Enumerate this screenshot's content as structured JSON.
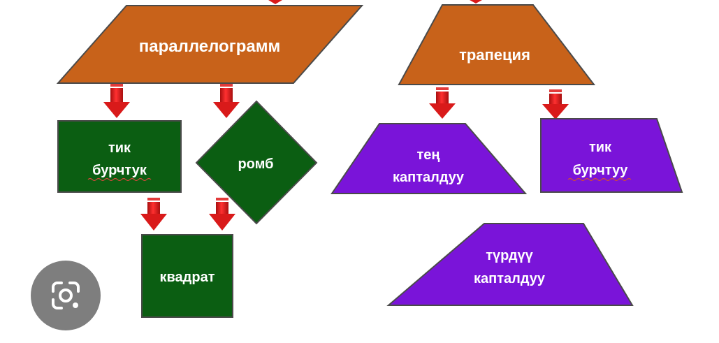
{
  "colors": {
    "orange": "#c8621a",
    "green": "#0b5e12",
    "purple": "#7a14d9",
    "arrow": "#d91a1a",
    "text": "#ffffff"
  },
  "nodes": {
    "parallelogram": "параллелограмм",
    "trapezoid": "трапеция",
    "rectangle": [
      "тик",
      "бурчтук"
    ],
    "rhombus": "ромб",
    "square": "квадрат",
    "isosceles_trapezoid": [
      "тең",
      "капталдуу"
    ],
    "right_trapezoid": [
      "тик",
      "бурчтуу"
    ],
    "scalene_trapezoid": [
      "түрдүү",
      "капталдуу"
    ]
  },
  "overlay": {
    "icon": "google-lens-icon"
  }
}
